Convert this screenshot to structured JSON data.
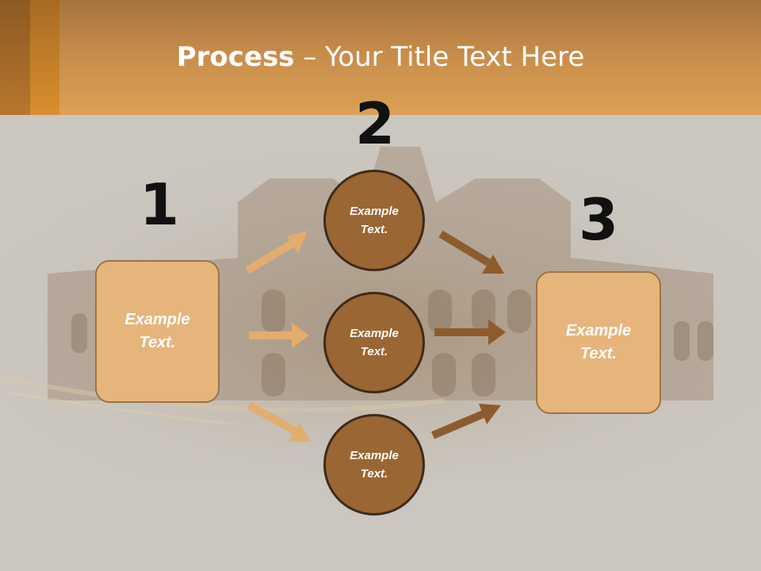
{
  "title": {
    "bold": "Process",
    "rest": " – Your Title Text Here"
  },
  "steps": [
    "1",
    "2",
    "3"
  ],
  "input_box": {
    "label": "Example\nText."
  },
  "output_box": {
    "label": "Example\nText."
  },
  "circles": [
    {
      "label": "Example\nText."
    },
    {
      "label": "Example\nText."
    },
    {
      "label": "Example\nText."
    }
  ],
  "colors": {
    "header": "#c98e4b",
    "box_fill": "#e6b57c",
    "circle_fill": "#9a6633",
    "arrow_light": "#e3ad6e",
    "arrow_dark": "#8e5c2c"
  }
}
